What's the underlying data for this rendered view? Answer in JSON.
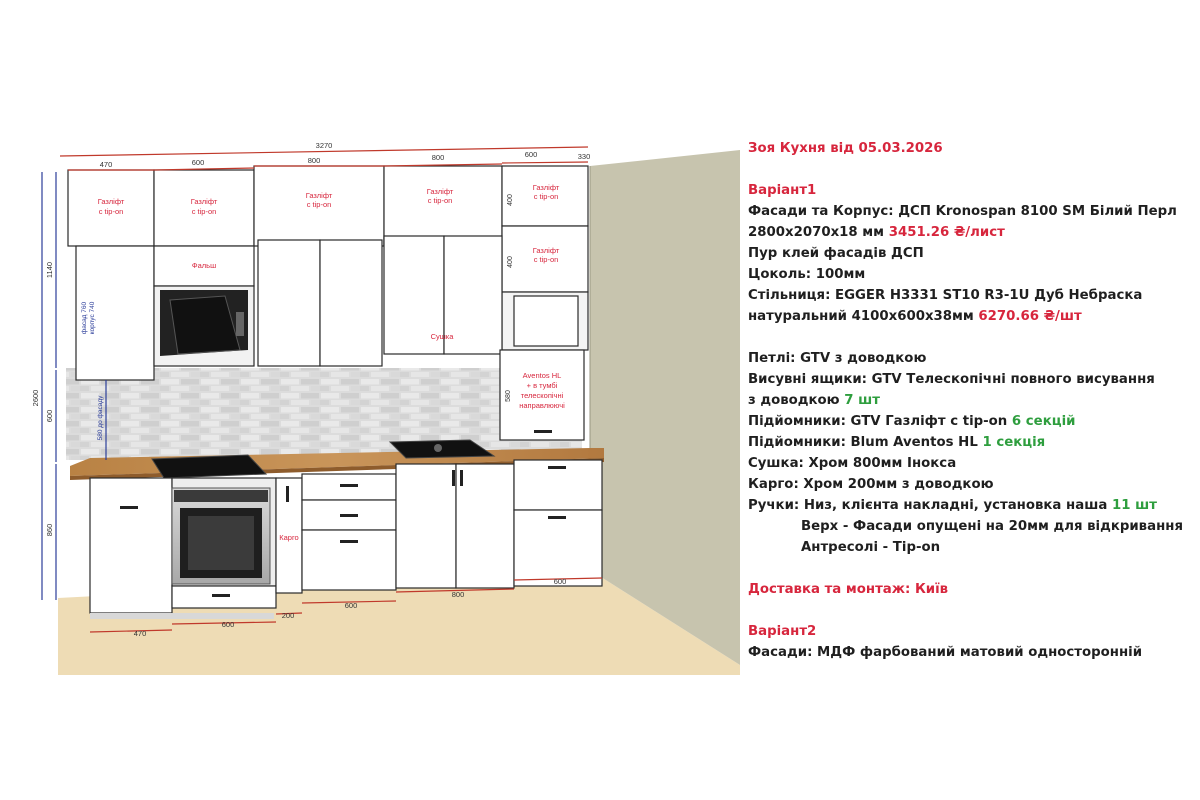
{
  "spec": {
    "title": "Зоя Кухня від 05.03.2026",
    "variant1": "Варіант1",
    "facades_body": "Фасади та Корпус: ДСП Kronospan 8100 SM Білий Перл",
    "sheet_size": "2800x2070x18 мм",
    "sheet_price": "3451.26 ₴/лист",
    "pur_glue": "Пур клей фасадів ДСП",
    "plinth": "Цоколь: 100мм",
    "countertop": "Стільниця: EGGER H3331 ST10 R3-1U Дуб Небраска",
    "countertop_size": "натуральний 4100х600х38мм",
    "countertop_price": "6270.66 ₴/шт",
    "hinges": "Петлі: GTV з доводкою",
    "drawers": "Висувні ящики: GTV Телескопічні повного висування",
    "drawers_closer": "з доводкою",
    "drawers_count": "7 шт",
    "lifts_gtv": "Підйомники: GTV Газліфт с tip-on",
    "lifts_gtv_count": "6 секцій",
    "lifts_blum": "Підйомники: Blum Aventos HL",
    "lifts_blum_count": "1 секція",
    "dryer": "Сушка: Хром 800мм Інокса",
    "cargo": "Карго: Хром 200мм з доводкою",
    "handles": "Ручки: Низ, клієнта накладні, установка наша",
    "handles_count": "11 шт",
    "top_note": "Верх - Фасади опущені на 20мм для відкривання",
    "mezzanine_note": "Антресолі - Tip-on",
    "delivery": "Доставка та монтаж: Київ",
    "variant2": "Варіант2",
    "facades_v2": "Фасади: МДФ фарбований матовий односторонній"
  },
  "drawing": {
    "dims_top": {
      "total": "3270",
      "d470": "470",
      "d600a": "600",
      "d800a": "800",
      "d800b": "800",
      "d600b": "600",
      "d330": "330"
    },
    "dims_left": {
      "h2600": "2600",
      "h1140": "1140",
      "h600": "600",
      "h860": "860"
    },
    "dims_bottom": {
      "b470": "470",
      "b600": "600",
      "b200": "200",
      "b600b": "600",
      "b800": "800",
      "b600c": "600"
    },
    "labels": {
      "gaslift": "Газліфт",
      "tipon": "с tip-on",
      "falsh": "Фальш",
      "sushka": "Сушка",
      "facade760": "фасад 760",
      "korpus740": "корпус 740",
      "d400a": "400",
      "d400b": "400",
      "d580": "580",
      "d580fasad": "580 до фасаду",
      "aventos1": "Aventos HL",
      "aventos2": "+ в тумбі",
      "aventos3": "телескопічні",
      "aventos4": "направлюючі",
      "kargo": "Карго"
    }
  }
}
